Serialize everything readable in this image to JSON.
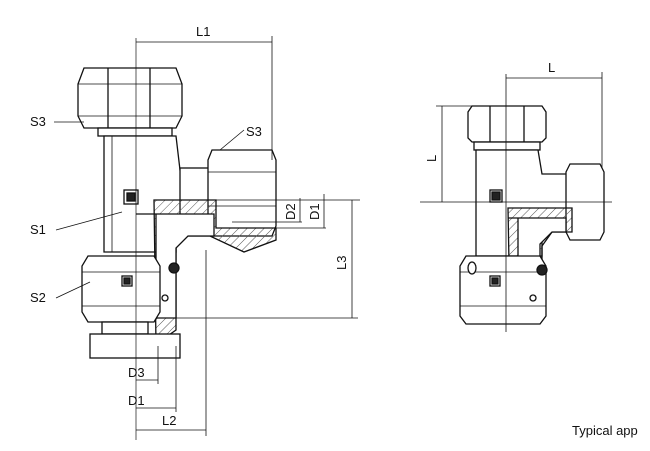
{
  "labels": {
    "s3_top": "S3",
    "s3_branch": "S3",
    "s1": "S1",
    "s2": "S2",
    "l1": "L1",
    "l2": "L2",
    "l3": "L3",
    "d1_right": "D1",
    "d2_right": "D2",
    "d3_bottom": "D3",
    "d1_bottom": "D1",
    "l_horizontal": "L",
    "l_vertical": "L"
  },
  "caption": "Typical app",
  "colors": {
    "line": "#111111",
    "hatch": "#555555",
    "body": "#ffffff"
  }
}
